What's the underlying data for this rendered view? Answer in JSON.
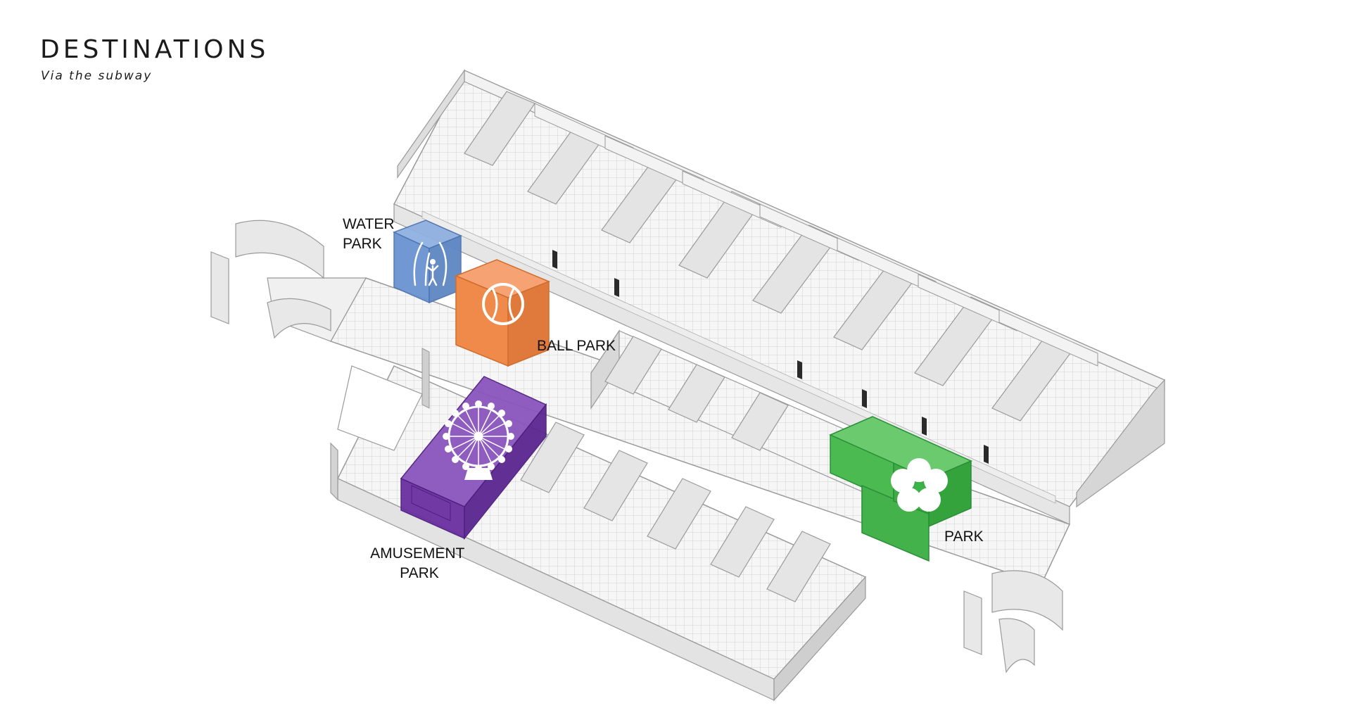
{
  "title": "DESTINATIONS",
  "subtitle": "Via the subway",
  "destinations": [
    {
      "id": "water",
      "label_lines": [
        "WATER",
        "PARK"
      ],
      "color": "#6a93d0",
      "icon": "fountain-child-icon"
    },
    {
      "id": "ball",
      "label_lines": [
        "BALL PARK"
      ],
      "color": "#f08a4b",
      "icon": "baseball-icon"
    },
    {
      "id": "amusement",
      "label_lines": [
        "AMUSEMENT",
        "PARK"
      ],
      "color": "#6a2fa0",
      "icon": "ferris-wheel-icon"
    },
    {
      "id": "park",
      "label_lines": [
        "PARK"
      ],
      "color": "#3ab54a",
      "icon": "flower-icon"
    }
  ]
}
